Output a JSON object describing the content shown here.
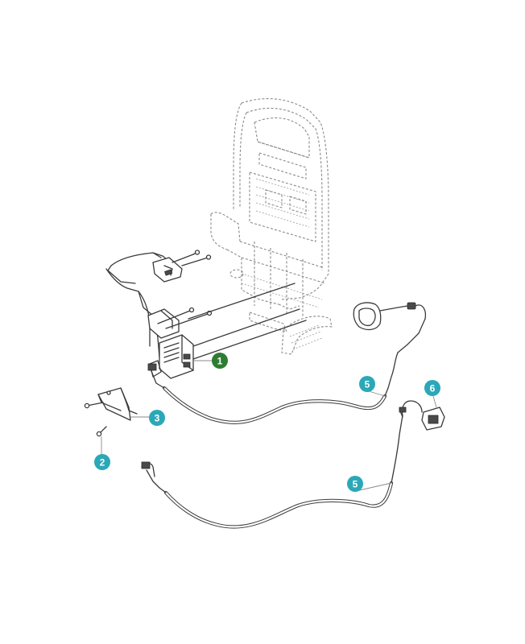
{
  "callouts": [
    {
      "id": "c1",
      "label": "1",
      "color": "#2e7d32"
    },
    {
      "id": "c2",
      "label": "2",
      "color": "#2aa8b8"
    },
    {
      "id": "c3",
      "label": "3",
      "color": "#2aa8b8"
    },
    {
      "id": "c5a",
      "label": "5",
      "color": "#2aa8b8"
    },
    {
      "id": "c5b",
      "label": "5",
      "color": "#2aa8b8"
    },
    {
      "id": "c6",
      "label": "6",
      "color": "#2aa8b8"
    }
  ]
}
